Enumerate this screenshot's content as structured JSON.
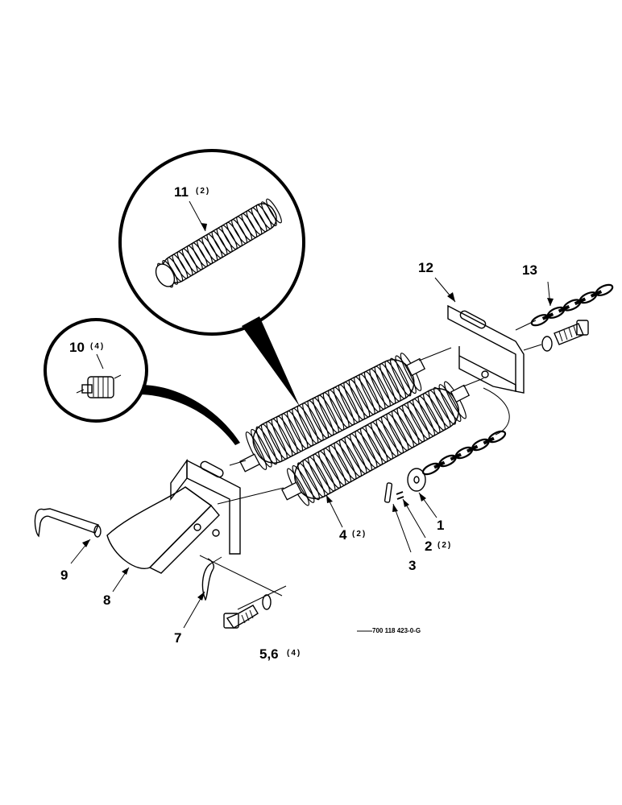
{
  "callouts": [
    {
      "id": "c11",
      "num": "11",
      "qty": "(2)"
    },
    {
      "id": "c10",
      "num": "10",
      "qty": "(4)"
    },
    {
      "id": "c12",
      "num": "12",
      "qty": ""
    },
    {
      "id": "c13",
      "num": "13",
      "qty": ""
    },
    {
      "id": "c1",
      "num": "1",
      "qty": ""
    },
    {
      "id": "c2",
      "num": "2",
      "qty": "(2)"
    },
    {
      "id": "c3",
      "num": "3",
      "qty": ""
    },
    {
      "id": "c4",
      "num": "4",
      "qty": "(2)"
    },
    {
      "id": "c9",
      "num": "9",
      "qty": ""
    },
    {
      "id": "c8",
      "num": "8",
      "qty": ""
    },
    {
      "id": "c7",
      "num": "7",
      "qty": ""
    },
    {
      "id": "c56",
      "num": "5,6",
      "qty": "(4)"
    }
  ],
  "drawing_code": "700 118 423-0-G"
}
